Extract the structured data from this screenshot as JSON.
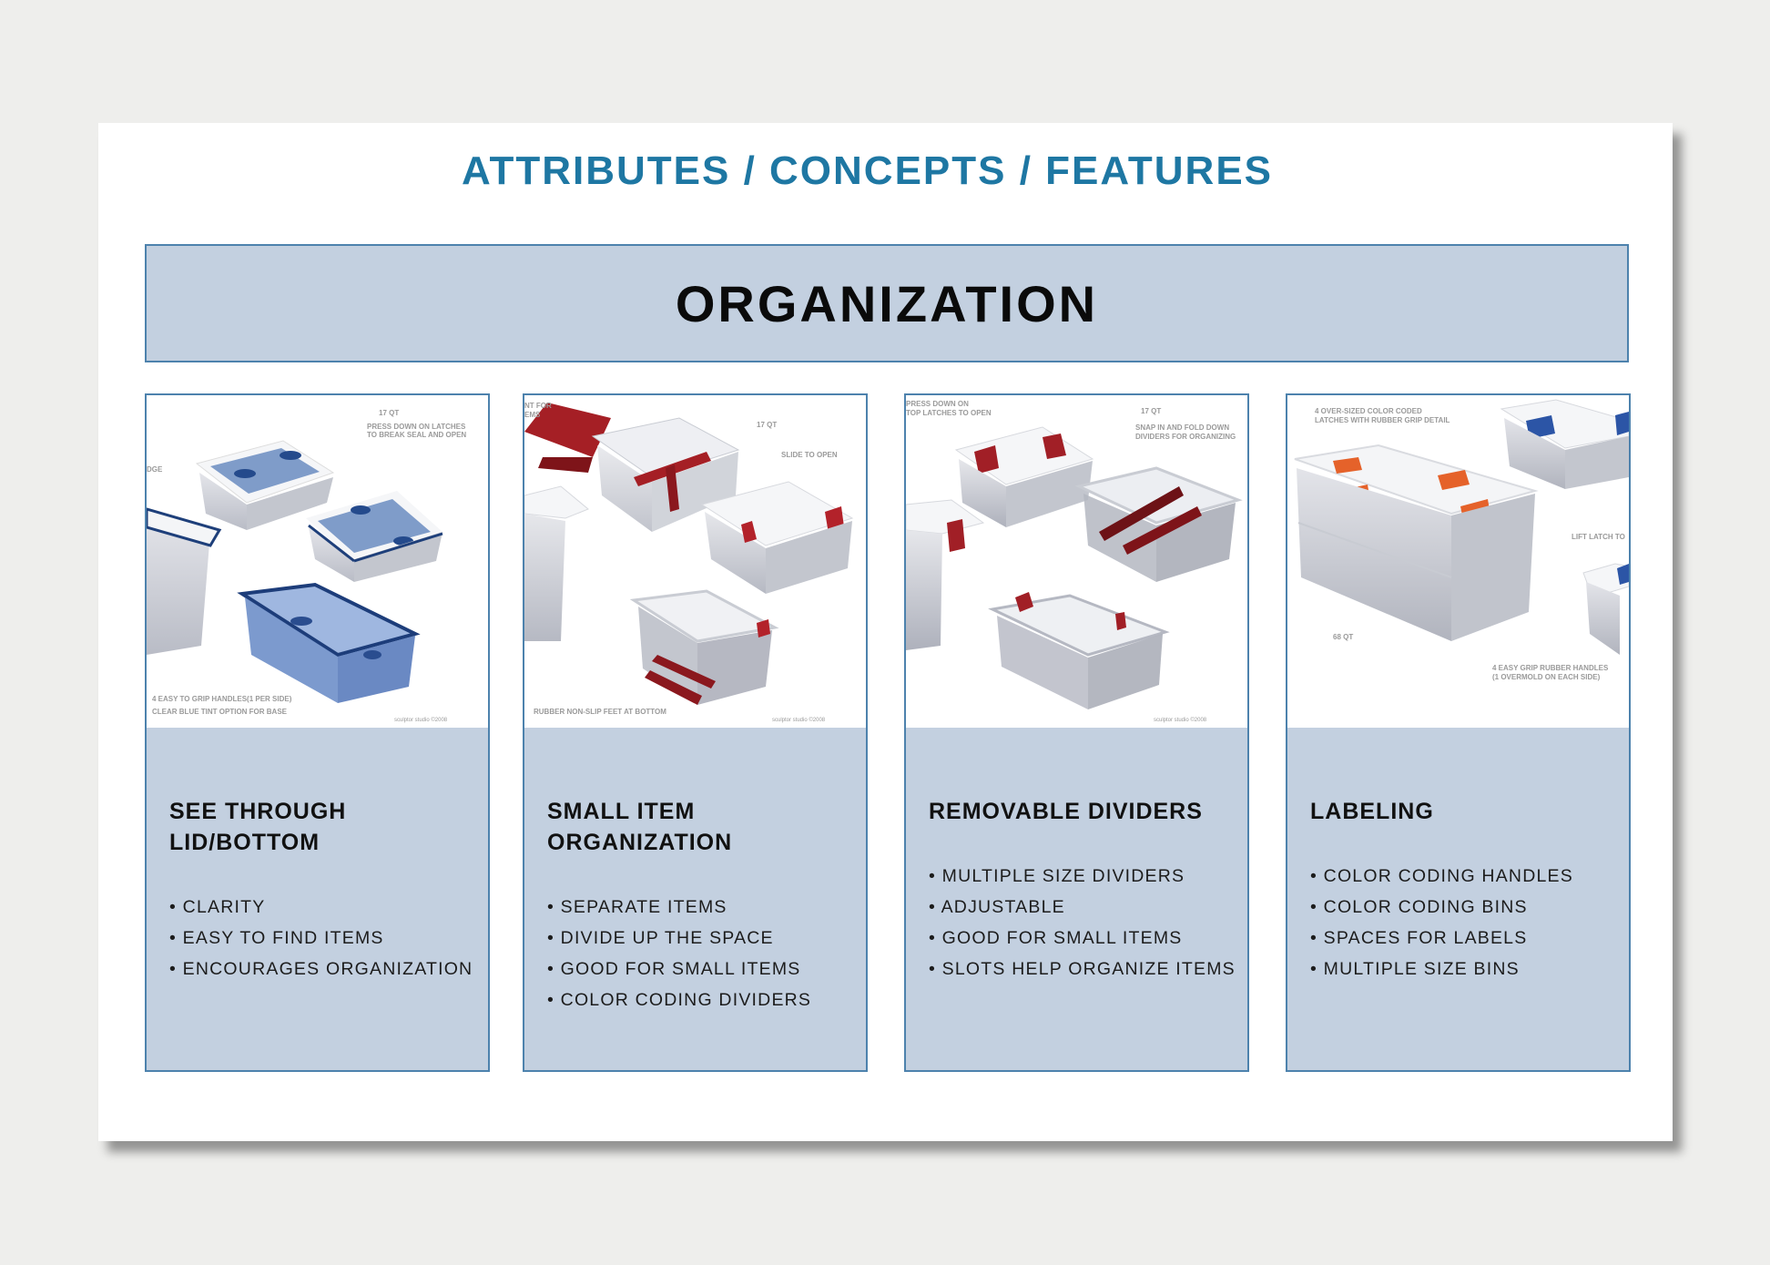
{
  "heading": "ATTRIBUTES / CONCEPTS / FEATURES",
  "banner_title": "ORGANIZATION",
  "cards": [
    {
      "title": "SEE THROUGH LID/BOTTOM",
      "bullets": [
        "CLARITY",
        "EASY TO FIND ITEMS",
        "ENCOURAGES ORGANIZATION"
      ],
      "notes": {
        "size": "17 QT",
        "latch": "PRESS DOWN ON LATCHES",
        "latch2": "TO BREAK SEAL AND OPEN",
        "edge": "DGE",
        "handles": "4 EASY TO GRIP HANDLES(1 PER SIDE)",
        "tint": "CLEAR BLUE TINT OPTION FOR BASE",
        "credit": "sculptor studio ©2008"
      },
      "accent": "#4a78b8"
    },
    {
      "title": "SMALL ITEM ORGANIZATION",
      "bullets": [
        "SEPARATE ITEMS",
        "DIVIDE UP THE SPACE",
        "GOOD FOR SMALL ITEMS",
        "COLOR CODING DIVIDERS"
      ],
      "notes": {
        "size": "17 QT",
        "slide": "SLIDE TO OPEN",
        "cut1": "NT FOR",
        "cut2": "EMS",
        "feet": "RUBBER NON-SLIP FEET AT BOTTOM",
        "credit": "sculptor studio ©2008"
      },
      "accent": "#b3222a"
    },
    {
      "title": "REMOVABLE DIVIDERS",
      "bullets": [
        "MULTIPLE SIZE DIVIDERS",
        "ADJUSTABLE",
        "GOOD FOR SMALL ITEMS",
        "SLOTS HELP ORGANIZE ITEMS"
      ],
      "notes": {
        "size": "17 QT",
        "press1": "PRESS DOWN ON",
        "press2": "TOP LATCHES TO OPEN",
        "snap1": "SNAP IN AND FOLD DOWN",
        "snap2": "DIVIDERS FOR ORGANIZING",
        "credit": "sculptor studio ©2008"
      },
      "accent": "#a11f26"
    },
    {
      "title": "LABELING",
      "bullets": [
        "COLOR CODING HANDLES",
        "COLOR CODING BINS",
        "SPACES FOR LABELS",
        "MULTIPLE SIZE BINS"
      ],
      "notes": {
        "over1": "4 OVER-SIZED COLOR CODED",
        "over2": "LATCHES WITH RUBBER GRIP DETAIL",
        "lift": "LIFT LATCH TO",
        "size": "68 QT",
        "grip1": "4 EASY GRIP RUBBER HANDLES",
        "grip2": "(1 OVERMOLD ON EACH SIDE)"
      },
      "accent": "#e5622a"
    }
  ]
}
